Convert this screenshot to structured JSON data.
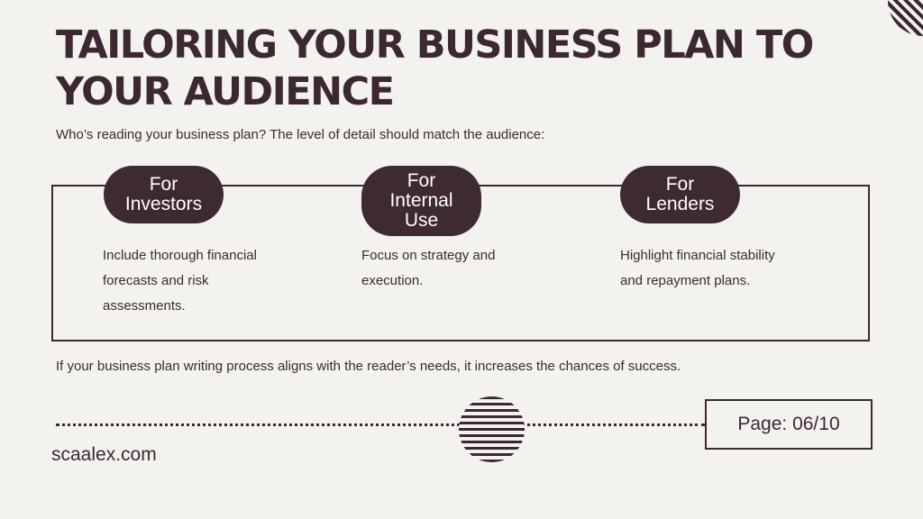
{
  "title": "TAILORING YOUR BUSINESS PLAN TO YOUR AUDIENCE",
  "intro": "Who’s reading your business plan? The level of detail should match the audience:",
  "audiences": [
    {
      "label": "For\nInvestors",
      "description": "Include thorough financial forecasts and risk assessments."
    },
    {
      "label": "For\nInternal\nUse",
      "description": "Focus on strategy and execution."
    },
    {
      "label": "For\nLenders",
      "description": "Highlight financial stability and repayment plans."
    }
  ],
  "outro": "If your business plan writing process aligns with the reader’s needs, it increases the chances of success.",
  "page_label": "Page: 06/10",
  "website": "scaalex.com",
  "colors": {
    "background": "#f4f2ee",
    "primary": "#3b2831",
    "pill_text": "#ffffff"
  }
}
